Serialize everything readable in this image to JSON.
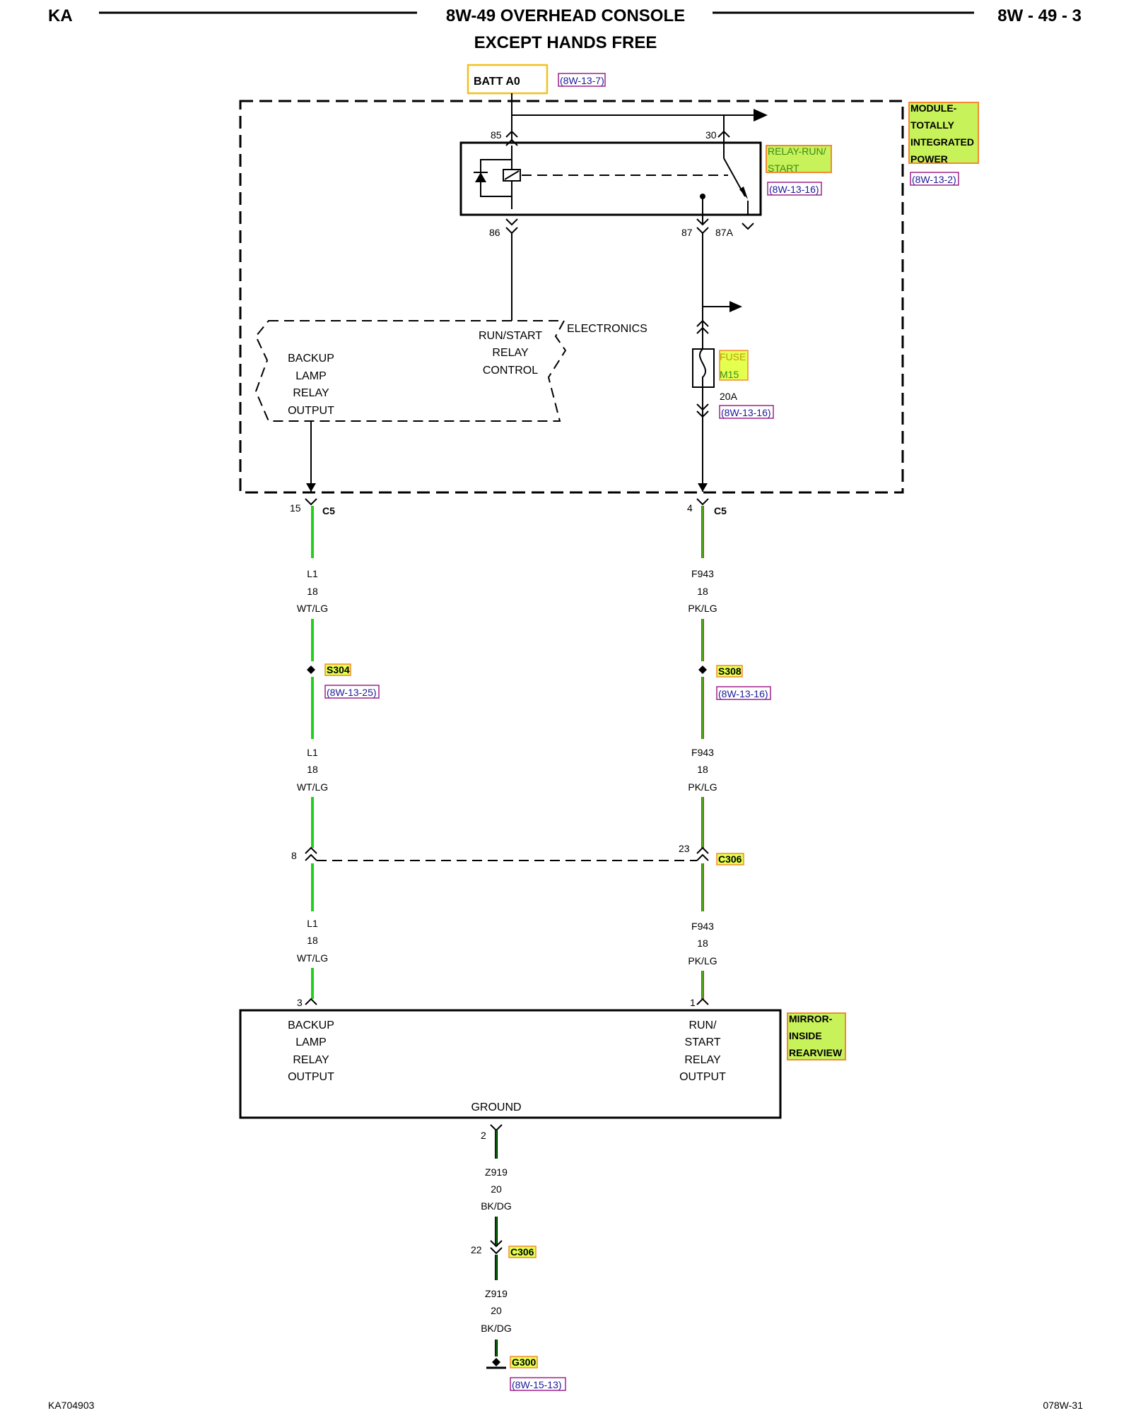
{
  "header": {
    "left": "KA",
    "title": "8W-49 OVERHEAD CONSOLE",
    "subtitle": "EXCEPT HANDS FREE",
    "page": "8W - 49 - 3"
  },
  "footer": {
    "left": "KA704903",
    "right": "078W-31"
  },
  "batt": {
    "label": "BATT A0",
    "ref": "(8W-13-7)"
  },
  "tipm": {
    "lines": [
      "MODULE-",
      "TOTALLY",
      "INTEGRATED",
      "POWER"
    ],
    "ref": "(8W-13-2)",
    "electronics": "ELECTRONICS"
  },
  "relay": {
    "lines": [
      "RELAY-RUN/",
      "START"
    ],
    "ref": "(8W-13-16)",
    "pins": {
      "p85": "85",
      "p30": "30",
      "p86": "86",
      "p87": "87",
      "p87a": "87A"
    }
  },
  "electronics_block": {
    "left": [
      "BACKUP",
      "LAMP",
      "RELAY",
      "OUTPUT"
    ],
    "right": [
      "RUN/START",
      "RELAY",
      "CONTROL"
    ]
  },
  "fuse": {
    "lines": [
      "FUSE",
      "M15"
    ],
    "rating": "20A",
    "ref": "(8W-13-16)"
  },
  "connector_c5": {
    "name": "C5",
    "left_pin": "15",
    "right_pin": "4"
  },
  "wire_left": {
    "circuit": "L1",
    "gauge": "18",
    "color": "WT/LG"
  },
  "wire_right": {
    "circuit": "F943",
    "gauge": "18",
    "color": "PK/LG"
  },
  "splice_left": {
    "name": "S304",
    "ref": "(8W-13-25)"
  },
  "splice_right": {
    "name": "S308",
    "ref": "(8W-13-16)"
  },
  "connector_c306": {
    "name": "C306",
    "left_pin": "8",
    "right_pin": "23",
    "ground_pin": "22"
  },
  "mirror": {
    "lines": [
      "MIRROR-",
      "INSIDE",
      "REARVIEW"
    ],
    "left_pin": "3",
    "right_pin": "1",
    "left": [
      "BACKUP",
      "LAMP",
      "RELAY",
      "OUTPUT"
    ],
    "right": [
      "RUN/",
      "START",
      "RELAY",
      "OUTPUT"
    ],
    "ground": "GROUND",
    "ground_pin": "2"
  },
  "wire_ground": {
    "circuit": "Z919",
    "gauge": "20",
    "color": "BK/DG"
  },
  "ground": {
    "name": "G300",
    "ref": "(8W-15-13)"
  },
  "colors": {
    "green_wire": "#22d01b",
    "pink_wire": "#e02020",
    "highlight": "#c8f25a",
    "highlight_border": "#f28a30",
    "ref_border": "#a0208a"
  }
}
